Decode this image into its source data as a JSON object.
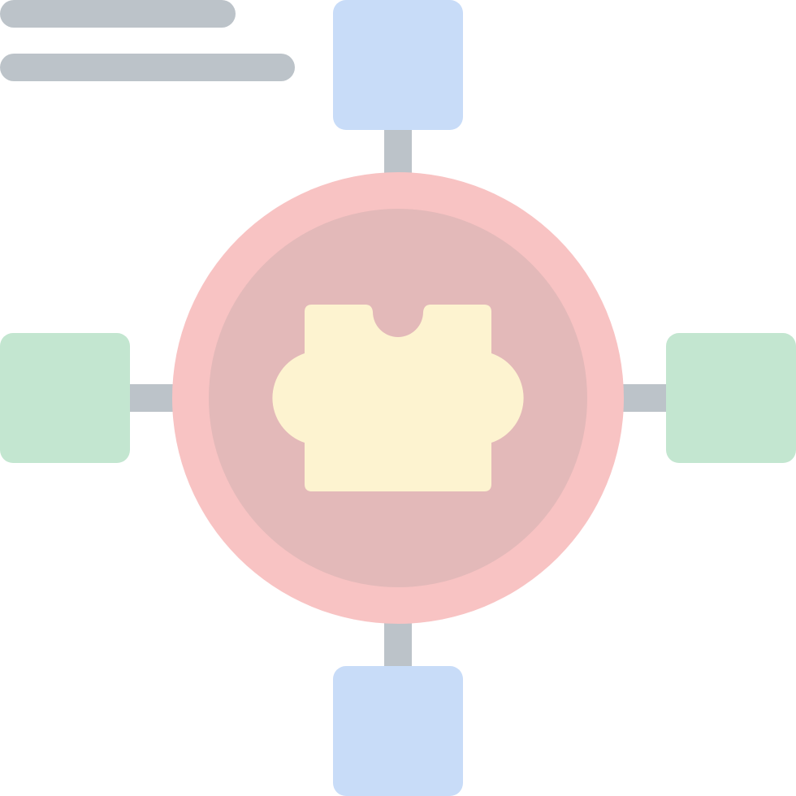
{
  "icon": {
    "name": "puzzle-network-icon",
    "central_symbol": "puzzle-piece",
    "node_count": 4,
    "decorative_lines": 2
  },
  "colors": {
    "background": "#ffffff",
    "text_lines": "#bcc3c9",
    "connector": "#bcc3c9",
    "node_vertical": "#c8dcf8",
    "node_horizontal": "#c3e6d0",
    "outer_ring": "#f8c3c3",
    "inner_circle": "#e3b9b9",
    "puzzle_piece": "#fdf3d0"
  }
}
